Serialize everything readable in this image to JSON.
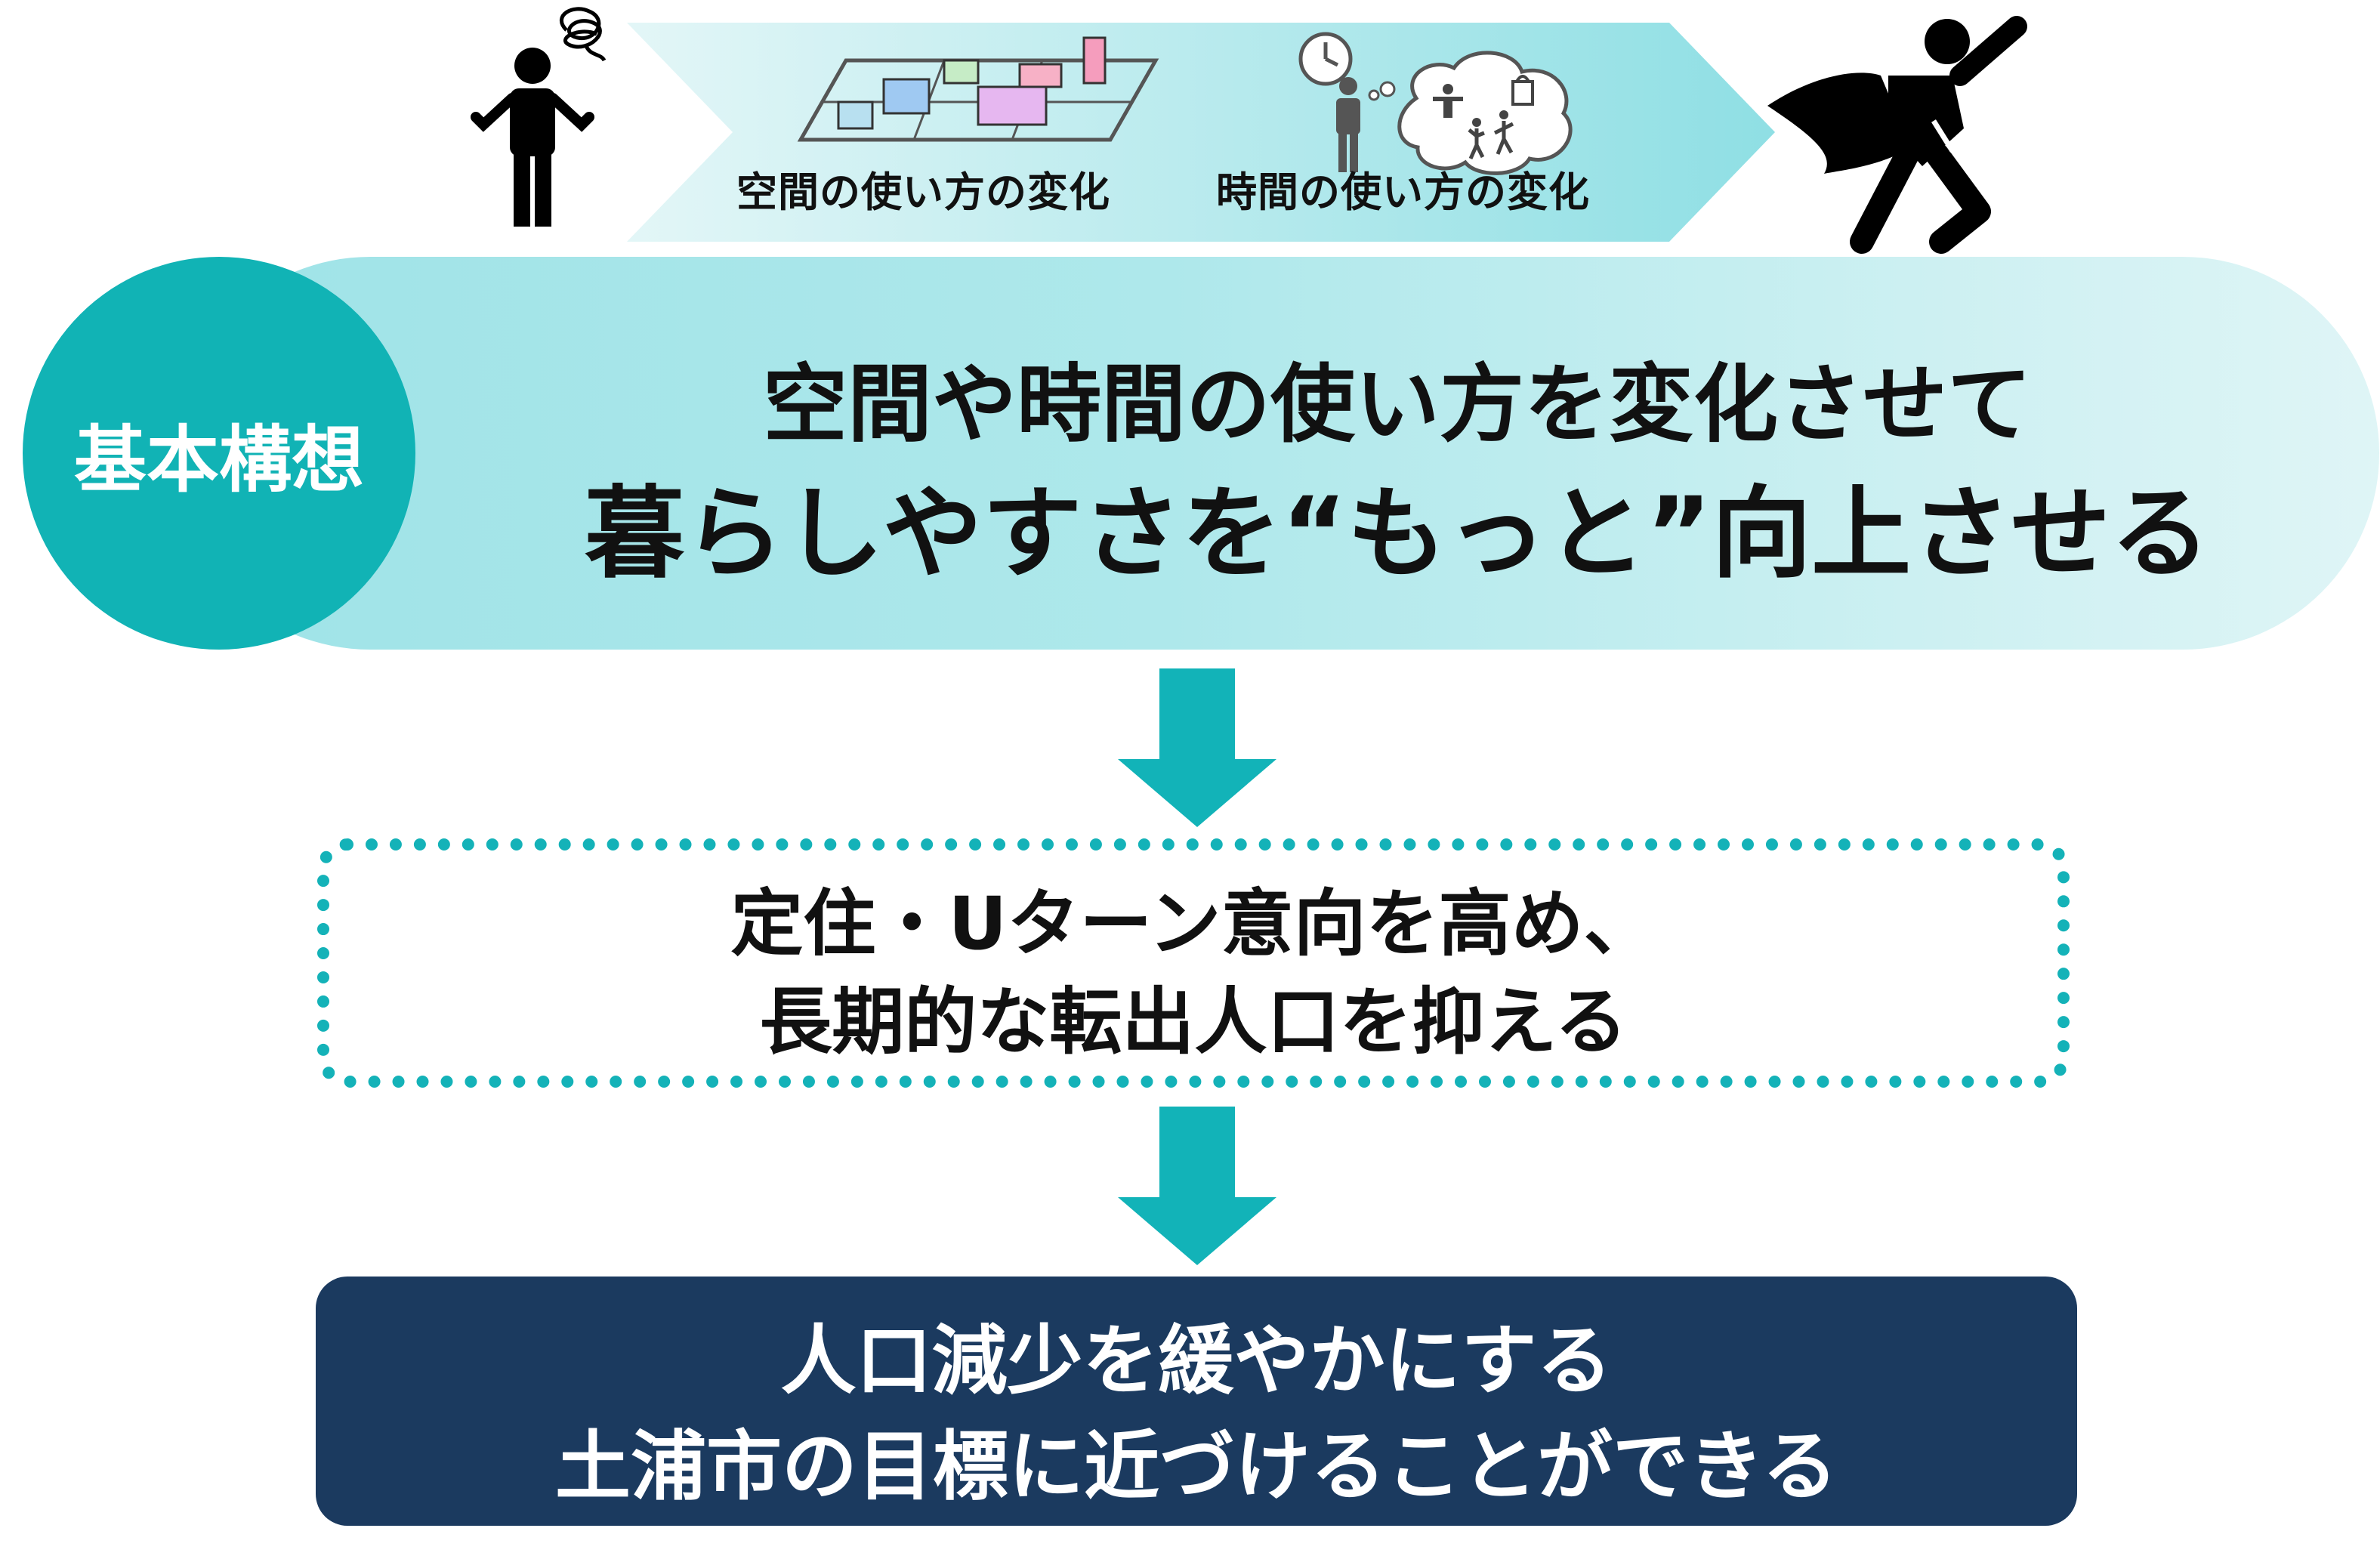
{
  "banner": {
    "space_label": "空間の使い方の変化",
    "time_label": "時間の使い方の変化"
  },
  "core": {
    "badge": "基本構想",
    "line1": "空間や時間の使い方を変化させて",
    "line2": "暮らしやすさを“もっと”向上させる"
  },
  "middle": {
    "line1": "定住・Uターン意向を高め、",
    "line2": "長期的な転出人口を抑える"
  },
  "goal": {
    "line1": "人口減少を緩やかにする",
    "line2": "土浦市の目標に近づけることができる"
  },
  "colors": {
    "teal": "#11b3b5",
    "arrow": "#12b3b8",
    "navy": "#1b3a5f",
    "banner_start": "#dff5f6",
    "banner_end": "#93e1e6"
  },
  "icons": [
    "confused-person-icon",
    "scribble-thought-icon",
    "city-blocks-icon",
    "clock-icon",
    "thinking-person-icon",
    "thought-cloud-icon",
    "superhero-icon",
    "down-arrow-icon"
  ]
}
